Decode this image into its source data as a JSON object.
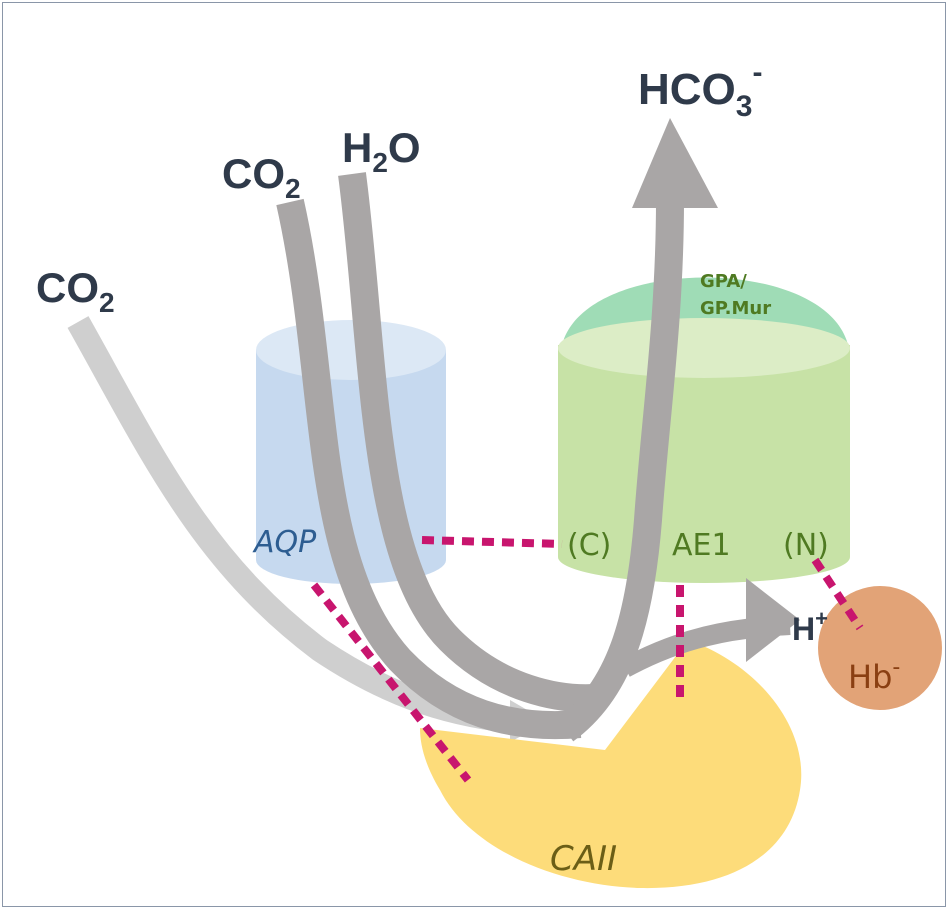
{
  "labels": {
    "co2_left": {
      "main": "CO",
      "sub": "2"
    },
    "co2_center": {
      "main": "CO",
      "sub": "2"
    },
    "h2o": {
      "main": "H",
      "sub": "2",
      "tail": "O"
    },
    "hco3": {
      "main": "HCO",
      "sub": "3",
      "sup": "-"
    },
    "aqp": "AQP",
    "gpa": {
      "line1": "GPA/",
      "line2": "GP.Mur"
    },
    "ae1_c": "(C)",
    "ae1": "AE1",
    "ae1_n": "(N)",
    "h_plus": {
      "main": "H",
      "sup": "+"
    },
    "hb": {
      "main": "Hb",
      "sup": "-"
    },
    "caii": "CAII"
  },
  "colors": {
    "arrow_gray": "#a9a6a6",
    "arrow_light": "#cfcfcf",
    "aqp_body": "#c6d9ef",
    "aqp_top": "#dce8f5",
    "ae1_body": "#c7e2a6",
    "ae1_top": "#dcedc6",
    "gpa_cap": "#9fdcb6",
    "caii": "#fddc7a",
    "hb": "#e2a377",
    "interaction": "#c8156e",
    "text_dark": "#2f3a4a",
    "text_blue": "#2d5d91",
    "text_green": "#4f7a22",
    "text_olive": "#6b5e16",
    "text_brown": "#8a3f12"
  }
}
